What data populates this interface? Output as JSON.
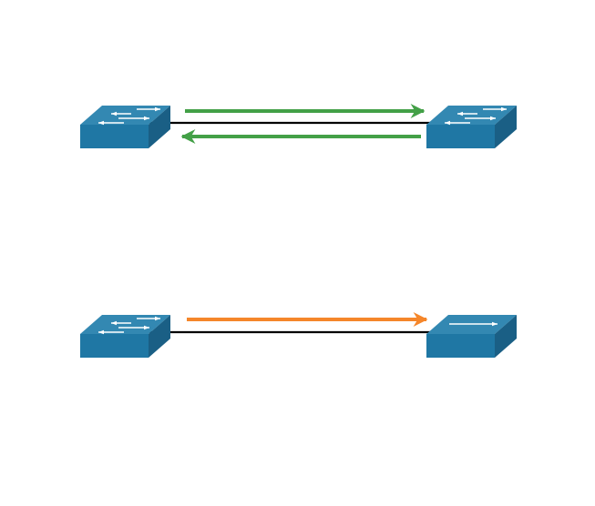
{
  "colors": {
    "switch_front": "#1f77a4",
    "switch_top": "#3388b2",
    "switch_side": "#1a5f85",
    "link": "#000000",
    "duplex_arrow": "#43a047",
    "simplex_arrow": "#f5862a",
    "glyph": "#ffffff"
  },
  "diagrams": [
    {
      "left_device": {
        "type": "switch",
        "icon": "bidirectional-arrows-icon"
      },
      "right_device": {
        "type": "switch",
        "icon": "bidirectional-arrows-icon"
      },
      "traffic": "full-duplex"
    },
    {
      "left_device": {
        "type": "switch",
        "icon": "bidirectional-arrows-icon"
      },
      "right_device": {
        "type": "hub",
        "icon": "single-arrow-icon"
      },
      "traffic": "half-duplex"
    }
  ]
}
